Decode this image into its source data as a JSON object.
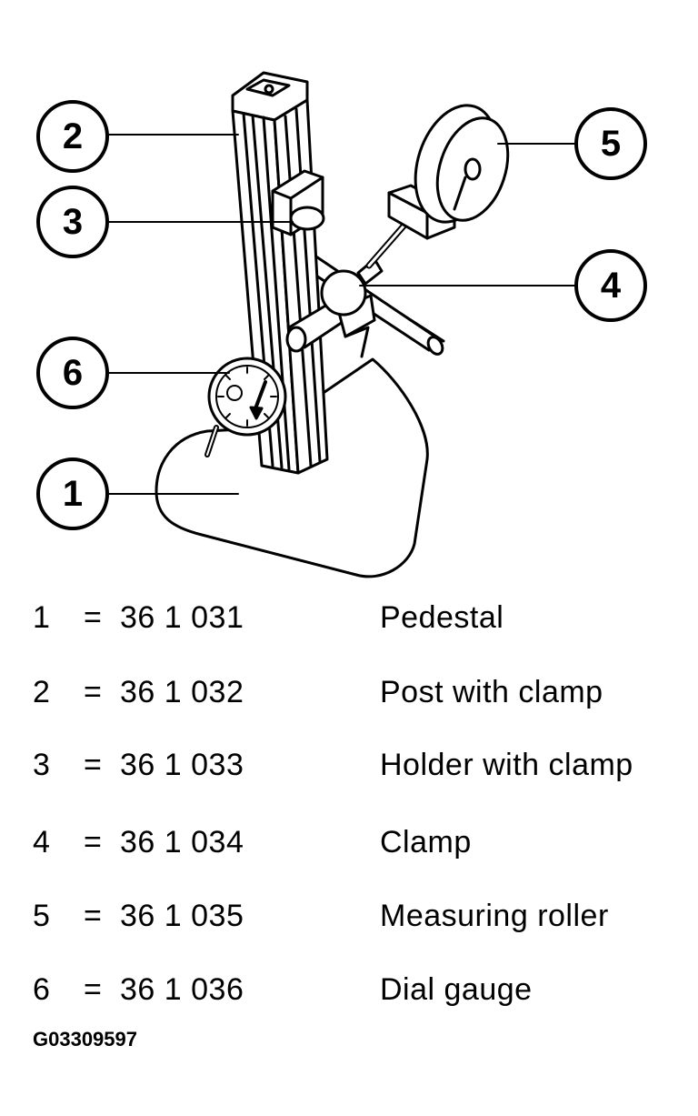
{
  "callouts": [
    "1",
    "2",
    "3",
    "4",
    "5",
    "6"
  ],
  "parts": [
    {
      "number": "1",
      "eq": "=",
      "code": "36 1 031",
      "name": "Pedestal"
    },
    {
      "number": "2",
      "eq": "=",
      "code": "36 1 032",
      "name": "Post with clamp"
    },
    {
      "number": "3",
      "eq": "=",
      "code": "36 1 033",
      "name": "Holder with clamp"
    },
    {
      "number": "4",
      "eq": "=",
      "code": "36 1 034",
      "name": "Clamp"
    },
    {
      "number": "5",
      "eq": "=",
      "code": "36 1 035",
      "name": "Measuring roller"
    },
    {
      "number": "6",
      "eq": "=",
      "code": "36 1 036",
      "name": "Dial gauge"
    }
  ],
  "figure_id": "G03309597"
}
